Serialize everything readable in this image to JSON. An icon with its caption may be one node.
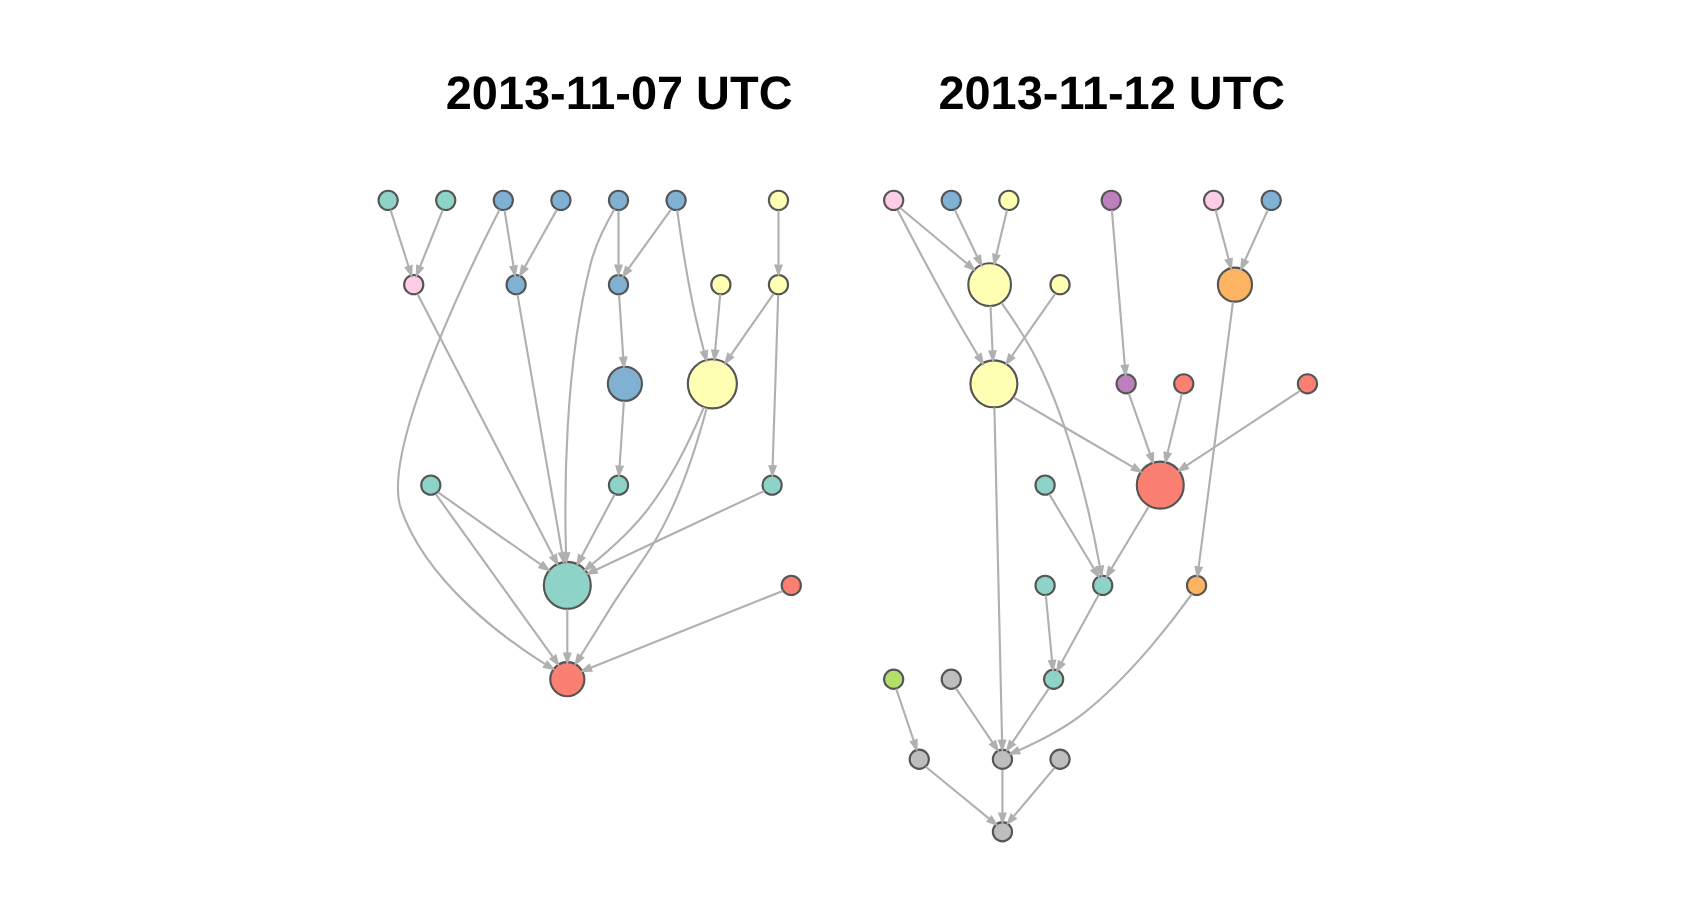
{
  "diagram": {
    "nodes": [
      {
        "text": [],
        "shape": "circle"
      },
      {
        "text": [],
        "shape": "circle"
      },
      {
        "text": [],
        "shape": "circle"
      },
      {
        "text": [],
        "shape": "circle"
      },
      {
        "text": [],
        "shape": "circle"
      },
      {
        "text": [],
        "shape": "circle"
      },
      {
        "text": [],
        "shape": "circle"
      },
      {
        "text": [],
        "shape": "circle"
      },
      {
        "text": [],
        "shape": "circle"
      },
      {
        "text": [],
        "shape": "circle"
      },
      {
        "text": [],
        "shape": "circle"
      },
      {
        "text": [],
        "shape": "circle"
      },
      {
        "text": [],
        "shape": "circle"
      },
      {
        "text": [],
        "shape": "circle"
      },
      {
        "text": [],
        "shape": "circle"
      },
      {
        "text": [],
        "shape": "circle"
      },
      {
        "text": [],
        "shape": "circle"
      },
      {
        "text": [],
        "shape": "circle"
      },
      {
        "text": [],
        "shape": "circle"
      },
      {
        "text": [],
        "shape": "circle"
      },
      {
        "text": [],
        "shape": "circle"
      },
      {
        "text": [],
        "shape": "circle"
      },
      {
        "text": [],
        "shape": "circle"
      },
      {
        "text": [],
        "shape": "circle"
      },
      {
        "text": [],
        "shape": "circle"
      },
      {
        "text": [],
        "shape": "circle"
      },
      {
        "text": [],
        "shape": "circle"
      },
      {
        "text": [],
        "shape": "circle"
      },
      {
        "text": [],
        "shape": "circle"
      },
      {
        "text": [],
        "shape": "circle"
      },
      {
        "text": [],
        "shape": "circle"
      },
      {
        "text": [],
        "shape": "circle"
      },
      {
        "text": [],
        "shape": "circle"
      },
      {
        "text": [],
        "shape": "circle"
      },
      {
        "text": [],
        "shape": "circle"
      },
      {
        "text": [],
        "shape": "circle"
      },
      {
        "text": [],
        "shape": "circle"
      },
      {
        "text": [],
        "shape": "circle"
      },
      {
        "text": [],
        "shape": "circle"
      },
      {
        "text": [],
        "shape": "circle"
      },
      {
        "text": [],
        "shape": "circle"
      },
      {
        "text": [],
        "shape": "circle"
      },
      {
        "text": [],
        "shape": "circle"
      },
      {
        "text": [],
        "shape": "circle"
      },
      {
        "text": [],
        "shape": "circle"
      }
    ],
    "edges": [
      {
        "from": 1,
        "to": 0,
        "arrow": "to"
      },
      {
        "from": 2,
        "to": 1,
        "arrow": "to"
      },
      {
        "from": 3,
        "to": 1,
        "arrow": "to"
      },
      {
        "from": 4,
        "to": 6,
        "arrow": "to"
      },
      {
        "from": 5,
        "to": 6,
        "arrow": "to"
      },
      {
        "from": 6,
        "to": 8,
        "arrow": "to"
      },
      {
        "from": 2,
        "to": 14,
        "arrow": "to"
      },
      {
        "from": 3,
        "to": 8,
        "arrow": "to"
      },
      {
        "from": 4,
        "to": 18,
        "arrow": "to"
      },
      {
        "from": 7,
        "to": 8,
        "arrow": "to"
      },
      {
        "from": 9,
        "to": 8,
        "arrow": "to"
      },
      {
        "from": 10,
        "to": 8,
        "arrow": "to"
      },
      {
        "from": 11,
        "to": 13,
        "arrow": "to"
      },
      {
        "from": 12,
        "to": 13,
        "arrow": "to"
      },
      {
        "from": 13,
        "to": 8,
        "arrow": "to"
      },
      {
        "from": 14,
        "to": 8,
        "arrow": "to"
      },
      {
        "from": 15,
        "to": 14,
        "arrow": "to"
      },
      {
        "from": 16,
        "to": 14,
        "arrow": "to"
      },
      {
        "from": 17,
        "to": 15,
        "arrow": "to"
      },
      {
        "from": 14,
        "to": 18,
        "arrow": "to"
      },
      {
        "from": 8,
        "to": 18,
        "arrow": "to"
      },
      {
        "from": 10,
        "to": 18,
        "arrow": "to"
      },
      {
        "from": 19,
        "to": 18,
        "arrow": "to"
      },
      {
        "from": 0,
        "to": 7,
        "arrow": "to"
      },
      {
        "from": 15,
        "to": 9,
        "arrow": "to"
      },
      {
        "from": 20,
        "to": 23,
        "arrow": "to"
      },
      {
        "from": 21,
        "to": 22,
        "arrow": "to"
      },
      {
        "from": 22,
        "to": 23,
        "arrow": "to"
      },
      {
        "from": 24,
        "to": 23,
        "arrow": "to"
      },
      {
        "from": 25,
        "to": 22,
        "arrow": "to"
      },
      {
        "from": 23,
        "to": 31,
        "arrow": "to"
      },
      {
        "from": 22,
        "to": 34,
        "arrow": "to"
      },
      {
        "from": 26,
        "to": 27,
        "arrow": "to"
      },
      {
        "from": 28,
        "to": 26,
        "arrow": "to"
      },
      {
        "from": 27,
        "to": 38,
        "arrow": "to"
      },
      {
        "from": 29,
        "to": 31,
        "arrow": "to"
      },
      {
        "from": 30,
        "to": 29,
        "arrow": "to"
      },
      {
        "from": 32,
        "to": 31,
        "arrow": "to"
      },
      {
        "from": 33,
        "to": 31,
        "arrow": "to"
      },
      {
        "from": 31,
        "to": 34,
        "arrow": "to"
      },
      {
        "from": 34,
        "to": 35,
        "arrow": "to"
      },
      {
        "from": 36,
        "to": 34,
        "arrow": "to"
      },
      {
        "from": 37,
        "to": 35,
        "arrow": "to"
      },
      {
        "from": 35,
        "to": 38,
        "arrow": "to"
      },
      {
        "from": 38,
        "to": 39,
        "arrow": "to"
      },
      {
        "from": 40,
        "to": 39,
        "arrow": "to"
      },
      {
        "from": 41,
        "to": 39,
        "arrow": "to"
      },
      {
        "from": 42,
        "to": 41,
        "arrow": "to"
      },
      {
        "from": 43,
        "to": 26,
        "arrow": "to"
      },
      {
        "from": 44,
        "to": 38,
        "arrow": "to"
      },
      {
        "from": 23,
        "to": 38,
        "arrow": "to"
      },
      {
        "from": 20,
        "to": 22,
        "arrow": "to"
      }
    ],
    "labels": [
      "2013-11-07 UTC",
      "2013-11-12 UTC"
    ]
  }
}
